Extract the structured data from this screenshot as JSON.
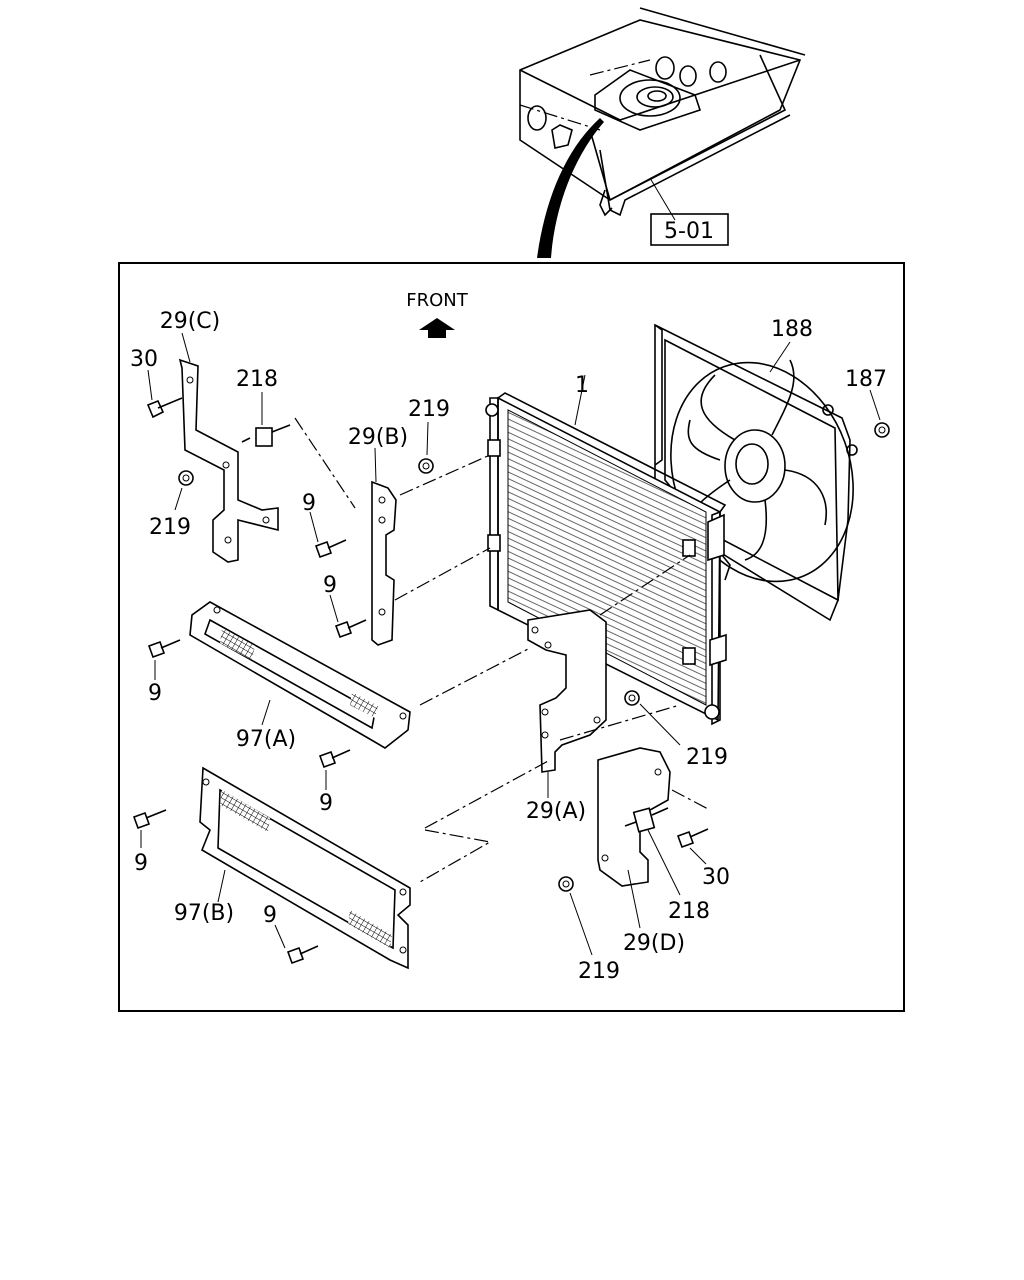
{
  "diagram": {
    "reference_box": "5-01",
    "front_label": "FRONT",
    "callouts": {
      "c188": "188",
      "c187": "187",
      "c1": "1",
      "c29c": "29(C)",
      "c30a": "30",
      "c218a": "218",
      "c219a": "219",
      "c219b": "219",
      "c29b": "29(B)",
      "c9a": "9",
      "c9b": "9",
      "c9c": "9",
      "c97a": "97(A)",
      "c9d": "9",
      "c219c": "219",
      "c29a": "29(A)",
      "c9e": "9",
      "c30b": "30",
      "c218b": "218",
      "c97b": "97(B)",
      "c9f": "9",
      "c29d": "29(D)",
      "c219d": "219"
    }
  }
}
